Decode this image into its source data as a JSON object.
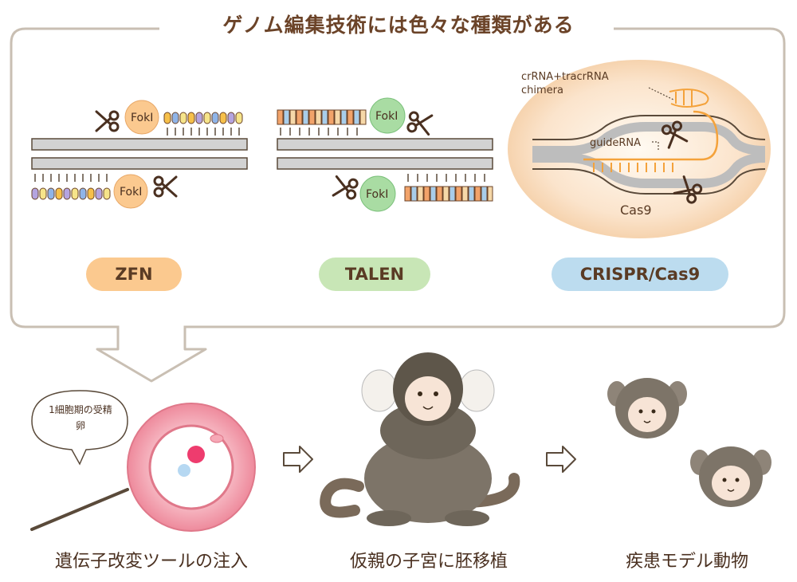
{
  "heading": "ゲノム編集技術には色々な種類がある",
  "methods": [
    {
      "name": "ZFN",
      "color": "#fbc98f",
      "nuclease": "FokI"
    },
    {
      "name": "TALEN",
      "color": "#c8e6b6",
      "nuclease": "FokI"
    },
    {
      "name": "CRISPR/Cas9",
      "color": "#bcdcef",
      "nuclease": "Cas9"
    }
  ],
  "crispr_labels": {
    "chimera": "crRNA+tracrRNA chimera",
    "guide": "guideRNA",
    "cas9": "Cas9"
  },
  "speech_bubble": "1細胞期の受精卵",
  "steps": [
    {
      "caption": "遺伝子改変ツールの注入"
    },
    {
      "caption": "仮親の子宮に胚移植"
    },
    {
      "caption": "疾患モデル動物"
    }
  ],
  "colors": {
    "border": "#c9bfb3",
    "text": "#5a3b24",
    "dna": "#9e9e9e",
    "scissors": "#4a3020"
  }
}
